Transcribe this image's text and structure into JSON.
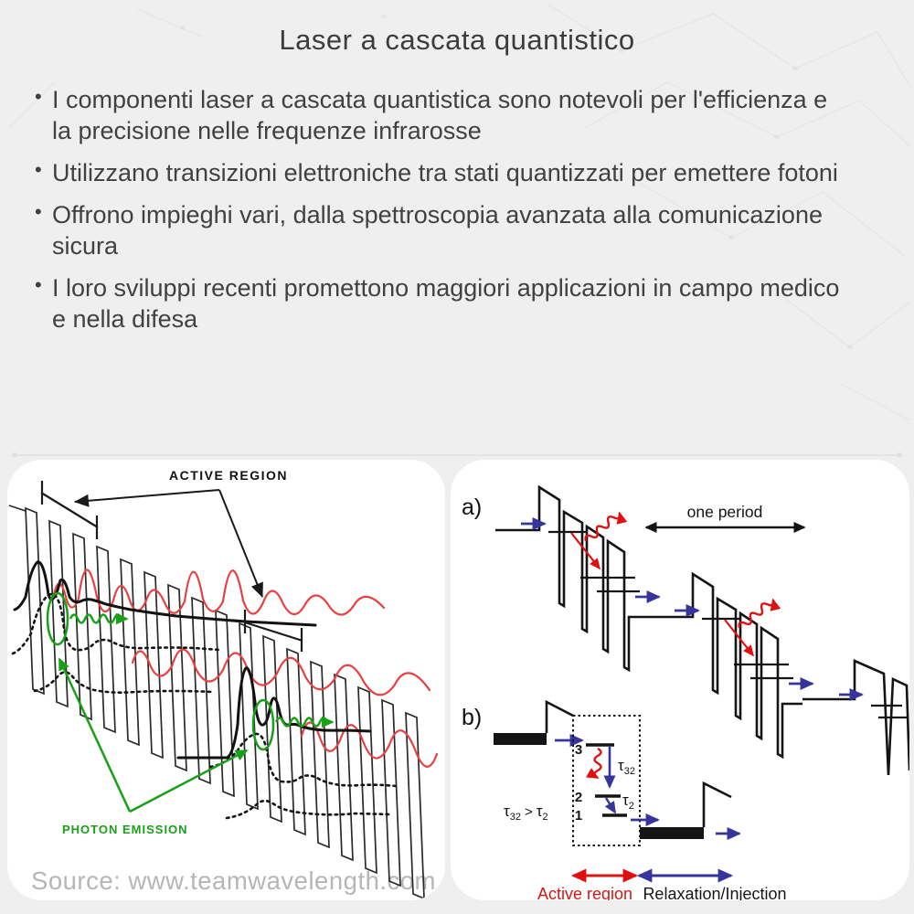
{
  "slide": {
    "title": "Laser a cascata quantistico",
    "bullet_char": "•",
    "bullets": [
      "I componenti laser a cascata quantistica sono notevoli per l'efficienza e la precisione nelle frequenze infrarosse",
      "Utilizzano transizioni elettroniche tra stati quantizzati per emettere fotoni",
      "Offrono impieghi vari, dalla spettroscopia avanzata alla comunicazione sicura",
      "I loro sviluppi recenti promettono maggiori applicazioni in campo medico e nella difesa"
    ]
  },
  "figure_left": {
    "active_region_label": "ACTIVE REGION",
    "photon_emission_label": "PHOTON EMISSION",
    "source_text": "Source: www.teamwavelength.com"
  },
  "figure_right": {
    "panel_a_label": "a)",
    "panel_b_label": "b)",
    "one_period_label": "one period",
    "levels": {
      "l3": "3",
      "l2": "2",
      "l1": "1"
    },
    "tau": "τ",
    "tau32_sub": "32",
    "tau2_sub": "2",
    "gt": ">",
    "active_region_label": "Active region",
    "relaxation_label": "Relaxation/Injection"
  },
  "colors": {
    "photon_green": "#18a018",
    "wavefunction_red": "#e84040",
    "electron_blue": "#37349b",
    "transition_red": "#e01010",
    "active_region_red": "#d81616",
    "ink_black": "#141414"
  }
}
